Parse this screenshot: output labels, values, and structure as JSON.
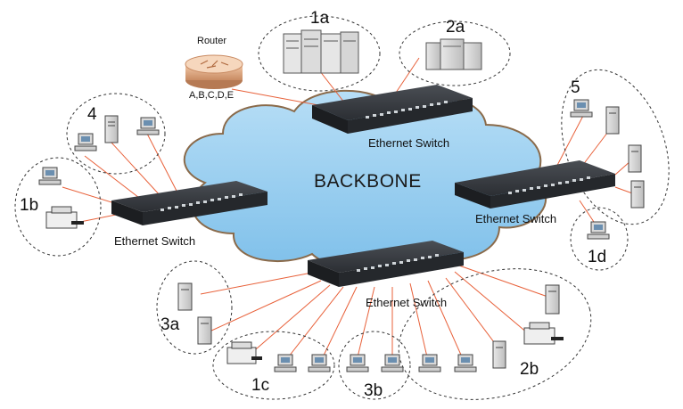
{
  "router": {
    "title": "Router",
    "subtitle": "A,B,C,D,E"
  },
  "backbone": "BACKBONE",
  "switch_label": "Ethernet Switch",
  "groups": {
    "g1a": "1a",
    "g2a": "2a",
    "g4": "4",
    "g5": "5",
    "g1b": "1b",
    "g1d": "1d",
    "g3a": "3a",
    "g1c": "1c",
    "g3b": "3b",
    "g2b": "2b"
  },
  "colors": {
    "cloud": "#9fd1f0",
    "cloud_outline": "#8a6a4a",
    "link": "#e8613a",
    "switch_body": "#2a2d31",
    "group_outline": "#333333"
  }
}
